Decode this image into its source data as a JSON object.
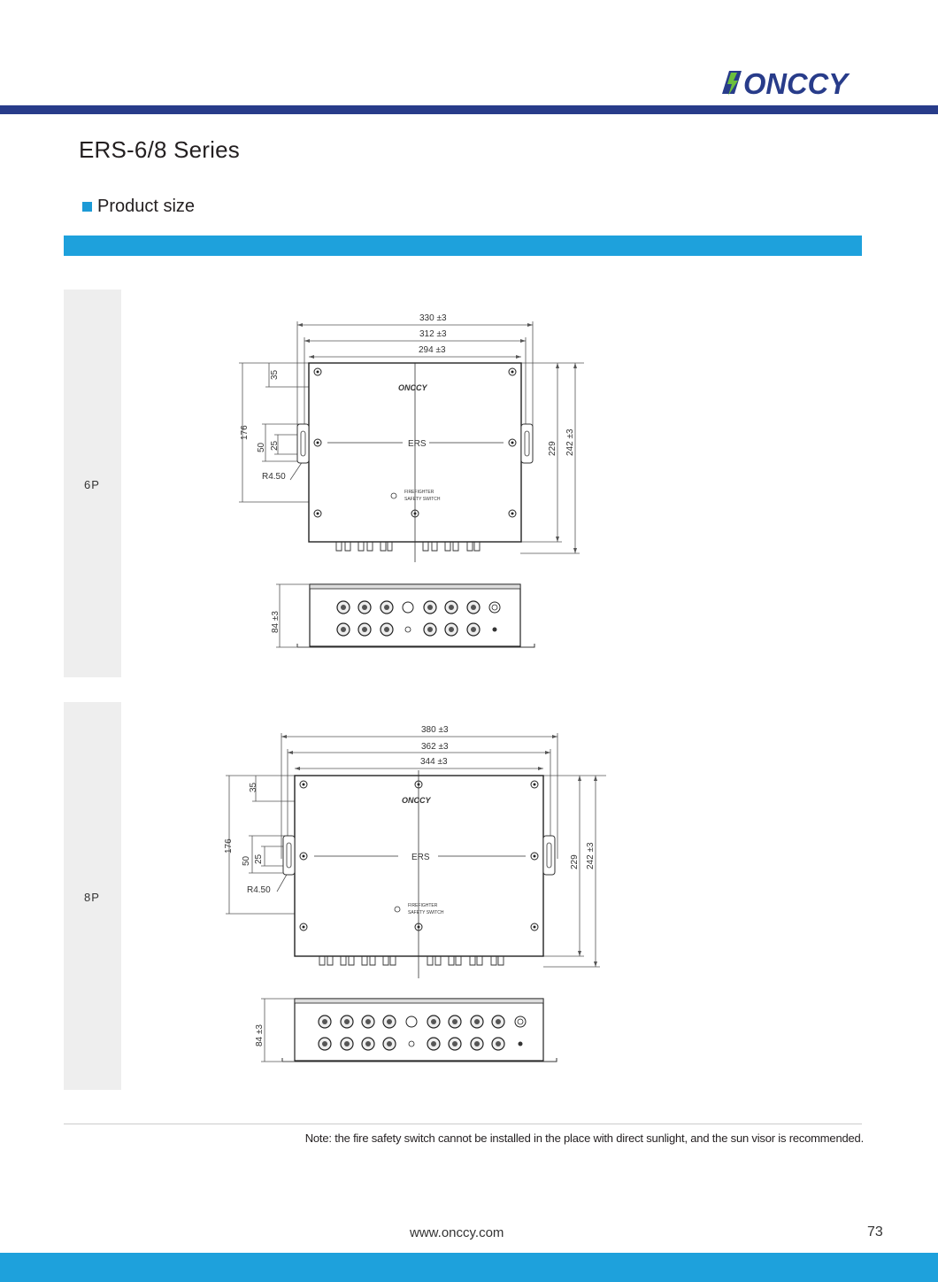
{
  "brand": {
    "logo_text": "ONCCY",
    "accent": "#1ea1dc",
    "navy": "#283c8a",
    "bolt_green": "#6bbf3c"
  },
  "header": {
    "title": "ERS-6/8 Series",
    "section": "Product size"
  },
  "panels": [
    {
      "label": "6P",
      "widths": [
        "330 ±3",
        "312 ±3",
        "294 ±3"
      ],
      "heights": [
        "229",
        "242 ±3"
      ],
      "left_dims": [
        "35",
        "176",
        "50",
        "25"
      ],
      "radius": "R4.50",
      "face_brand": "ONCCY",
      "face_label": "ERS",
      "switch_label_1": "FIREFIGHTER",
      "switch_label_2": "SAFETY SWITCH",
      "depth": "84 ±3"
    },
    {
      "label": "8P",
      "widths": [
        "380 ±3",
        "362 ±3",
        "344 ±3"
      ],
      "heights": [
        "229",
        "242 ±3"
      ],
      "left_dims": [
        "35",
        "176",
        "50",
        "25"
      ],
      "radius": "R4.50",
      "face_brand": "ONCCY",
      "face_label": "ERS",
      "switch_label_1": "FIREFIGHTER",
      "switch_label_2": "SAFETY SWITCH",
      "depth": "84 ±3"
    }
  ],
  "footer": {
    "note": "Note: the fire safety switch cannot be installed in the place with direct sunlight, and the sun visor is recommended.",
    "website": "www.onccy.com",
    "page_number": "73"
  }
}
